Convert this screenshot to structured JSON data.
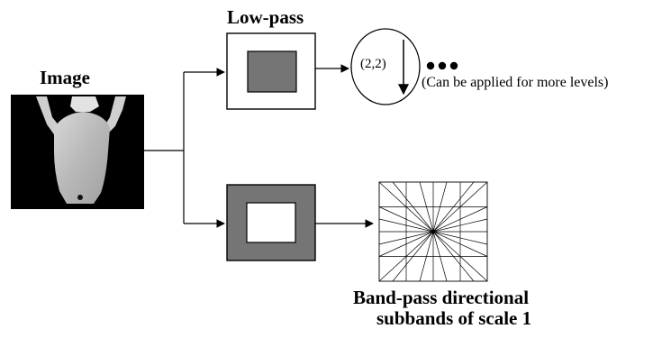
{
  "labels": {
    "image_title": "Image",
    "lowpass_title": "Low-pass",
    "downsample_label": "(2,2)",
    "more_levels_note": "(Can be applied for more levels)",
    "caption_line1": "Band-pass directional",
    "caption_line2": "subbands of scale 1"
  },
  "colors": {
    "lowpass_inner": "#757575",
    "bandpass_outer": "#757575",
    "stroke": "#000000",
    "background": "#ffffff"
  },
  "icons": [
    "down-arrow-icon",
    "ellipsis-icon"
  ]
}
